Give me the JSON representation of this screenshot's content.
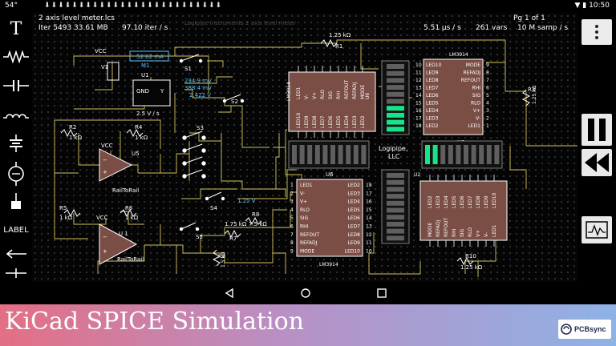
{
  "status_bar": {
    "left": "54°",
    "notifications": "⬇⬇⬇⬇⬇⬇⬇⬇⬇⬇⬇⬇⬇⬇⬇⬇⬇⬇⬇⬇⬇⬇⬇⬇⬇⬇",
    "time": "10:50"
  },
  "toolbar": {
    "text_tool": "T",
    "label_tool": "LABEL"
  },
  "sim_info": {
    "filename": "2 axis level meter.lcs",
    "iter_line": "Iter 5493  33.61 MB",
    "rate": "97.10 iter / s",
    "page": "Pg 1 of 1",
    "step": "5.51 µs / s",
    "vars": "261 vars",
    "samples": "10 M samp / s"
  },
  "components": {
    "vcc": "VCC",
    "v1": "V1",
    "r_top": "R1",
    "r_top_value": "1.25 kΩ",
    "meter_value": "52.62 mA",
    "meter_name": "M1",
    "s1": "S1",
    "s2": "S2",
    "s3": "S3",
    "s4": "S4",
    "s5": "S5",
    "u1": "U1",
    "gnd": "GND",
    "u1_rating": "2.5 V / s",
    "reading_1": "234.9 mV",
    "reading_2": "388.4 mV",
    "reading_3": "2.422 V",
    "reading_4": "1.25 V",
    "r2": "R2",
    "r2_value": "1 kΩ",
    "r4": "R4",
    "r4_value": "1 kΩ",
    "u5": "U5",
    "u5_sub": "RailToRail",
    "r5": "R5",
    "r5_value": "1 kΩ",
    "r6": "R6",
    "r6_value": "1 kΩ",
    "u11": "U 1",
    "u11_sub": "RailToRail",
    "r8": "R8",
    "r8_value": "7.5 kΩ",
    "r7": "R7",
    "r7_value": "1.75 kΩ",
    "r9_value": "1.5 kΩ",
    "r9": "R9",
    "r3": "R3",
    "r3_value": "1.25 kΩ",
    "r10": "R10",
    "r10_value": "1.25 kΩ",
    "logipipe": "Logipipe,",
    "llc": "LLC",
    "u6": "U6",
    "u6_part": "LM3914",
    "u3_part": "LM3914",
    "u2_part": "LM3914",
    "u3": "U3",
    "pins_left": [
      "LED1",
      "V-",
      "V+",
      "RLO",
      "SIG",
      "RHI",
      "REFOUT",
      "REFADJ",
      "MODE"
    ],
    "pins_right": [
      "LED2",
      "LED3",
      "LED4",
      "LED5",
      "LED6",
      "LED7",
      "LED8",
      "LED9",
      "LED10"
    ],
    "pins_right_nums": [
      "18",
      "17",
      "16",
      "15",
      "14",
      "13",
      "12",
      "11",
      "10"
    ],
    "u3_pins_left": [
      "LED10",
      "LED9",
      "LED8",
      "LED7",
      "LED6",
      "LED5",
      "LED4",
      "LED3",
      "LED2"
    ],
    "u3_pins_right": [
      "MODE",
      "REFADJ",
      "REFOUT",
      "RHI",
      "SIG",
      "RLO",
      "V+",
      "V-",
      "LED1"
    ],
    "u3_pins_left_nums": [
      "10",
      "11",
      "12",
      "13",
      "14",
      "15",
      "16",
      "17",
      "18"
    ],
    "u3_pins_right_nums": [
      "9",
      "8",
      "7",
      "6",
      "5",
      "4",
      "3",
      "2",
      "1"
    ],
    "u4_pins": [
      "LED1",
      "V-",
      "V+",
      "RLO",
      "SIG",
      "RHI",
      "REFOUT",
      "REFADJ",
      "MODE"
    ],
    "u4_pins2": [
      "LED10",
      "LED9",
      "LED8",
      "LED7",
      "LED6",
      "LED5",
      "LED4",
      "LED3",
      "LED2"
    ],
    "u2_pins": [
      "LED2",
      "LED3",
      "LED4",
      "LED5",
      "LED6",
      "LED7",
      "LED8",
      "LED9",
      "LED10"
    ],
    "u2_pins2": [
      "MODE",
      "REFADJ",
      "REFOUT",
      "RHI",
      "SIG",
      "RLO",
      "V+",
      "V-",
      "LED1"
    ],
    "u6_label": "U6",
    "u2_label": "U2",
    "faded_title": "Logipipe instruments 2 axis level meter"
  },
  "banner": {
    "title": "KiCad SPICE Simulation",
    "logo": "PCBsync"
  },
  "colors": {
    "wire": "#d1c45b",
    "chip": "#7a4d45",
    "led_on": "#17e38a",
    "accent_text": "#59c4ff"
  }
}
